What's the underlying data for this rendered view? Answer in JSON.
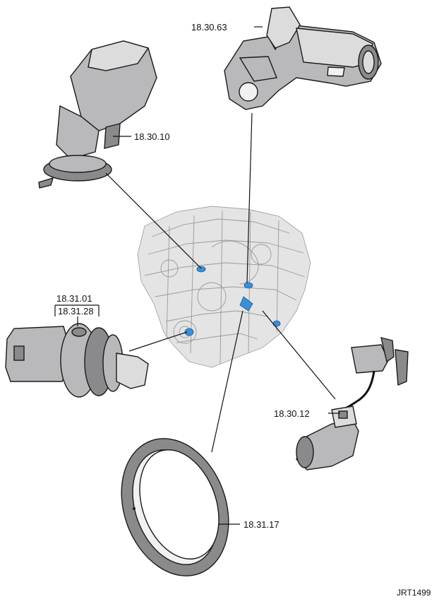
{
  "callouts": {
    "cam_sensor_top": "18.30.63",
    "cam_sensor_left": "18.30.10",
    "crank_sensor_a": "18.31.01",
    "crank_sensor_b": "18.31.28",
    "knock_sensor": "18.30.12",
    "seal_ring": "18.31.17"
  },
  "figure_id": "JRT1499",
  "colors": {
    "marker": "#3a8fd6",
    "line": "#111111"
  }
}
